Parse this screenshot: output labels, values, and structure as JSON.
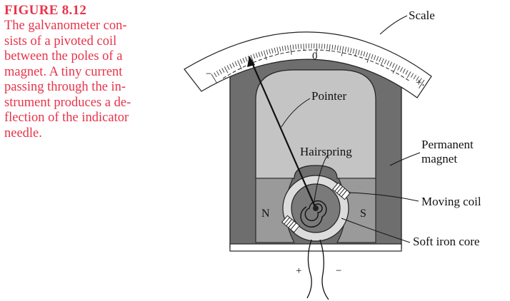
{
  "figure": {
    "title": "FIGURE 8.12",
    "caption_lines": [
      "The galvanometer con-",
      "sists of a pivoted coil",
      "between the poles of a",
      "magnet. A tiny current",
      "passing through the in-",
      "strument produces a de-",
      "flection of the indicator",
      "needle."
    ]
  },
  "labels": {
    "scale": "Scale",
    "pointer": "Pointer",
    "permanent_magnet_1": "Permanent",
    "permanent_magnet_2": "magnet",
    "hairspring": "Hairspring",
    "moving_coil": "Moving coil",
    "soft_iron_core": "Soft iron core",
    "pole_north": "N",
    "pole_south": "S"
  },
  "scale": {
    "zero": "0",
    "minus": "−",
    "plus": "+."
  },
  "terminals": {
    "plus": "+",
    "minus": "−"
  },
  "colors": {
    "caption": "#e8334a",
    "magnet_dark": "#6e6e6e",
    "magnet_light": "#c4c4c4",
    "core": "#dcdcdc",
    "coil": "#7a7a7a",
    "ink": "#111111"
  }
}
